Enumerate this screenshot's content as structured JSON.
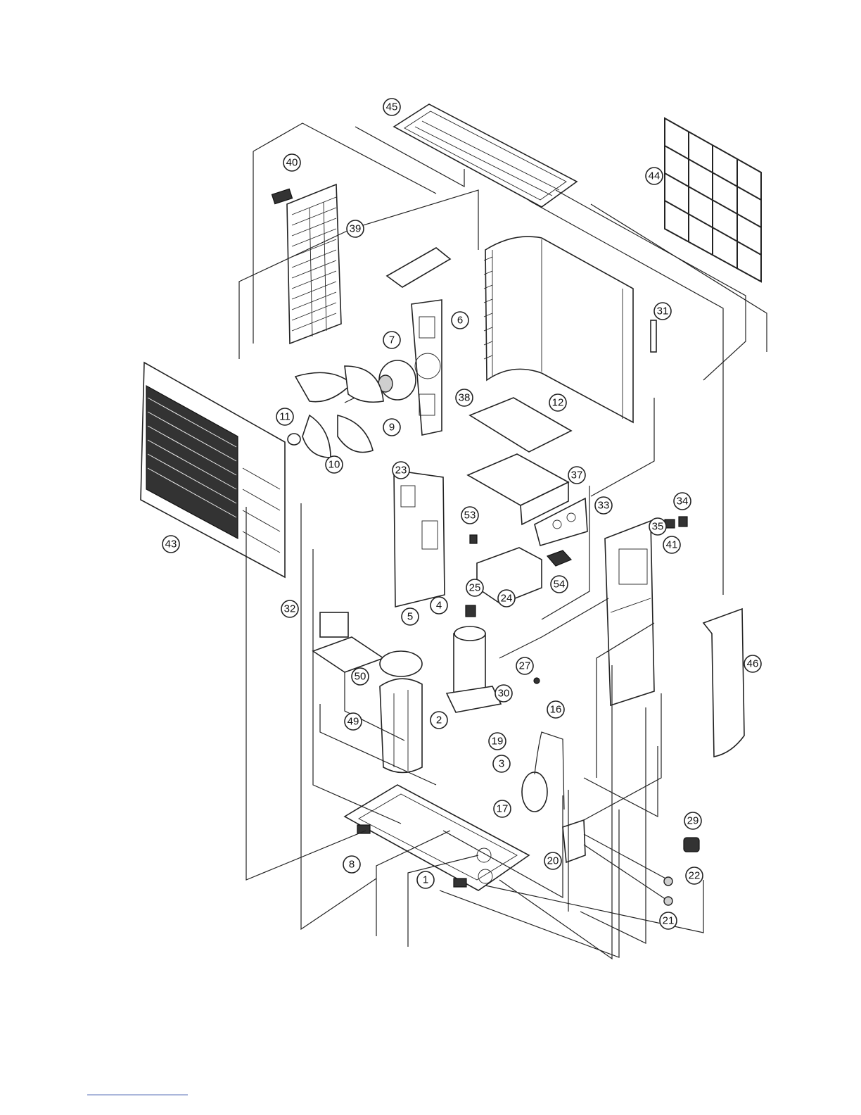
{
  "diagram": {
    "callouts": [
      "45",
      "44",
      "40",
      "39",
      "6",
      "7",
      "31",
      "38",
      "12",
      "11",
      "9",
      "10",
      "23",
      "37",
      "33",
      "35",
      "34",
      "53",
      "41",
      "43",
      "54",
      "25",
      "24",
      "32",
      "4",
      "5",
      "46",
      "27",
      "50",
      "30",
      "16",
      "49",
      "2",
      "19",
      "3",
      "17",
      "29",
      "8",
      "20",
      "22",
      "1",
      "21"
    ]
  }
}
